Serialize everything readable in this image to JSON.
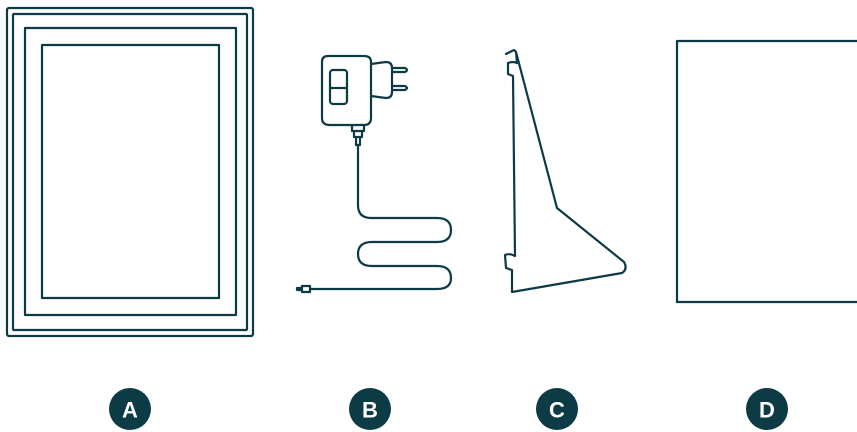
{
  "items": [
    {
      "letter": "A",
      "part": "photo-frame"
    },
    {
      "letter": "B",
      "part": "power-adapter"
    },
    {
      "letter": "C",
      "part": "stand"
    },
    {
      "letter": "D",
      "part": "paper-sheet"
    }
  ],
  "colors": {
    "line": "#0d3b45",
    "badge_fill": "#0d3b45",
    "badge_text": "#ffffff",
    "background": "#ffffff"
  }
}
